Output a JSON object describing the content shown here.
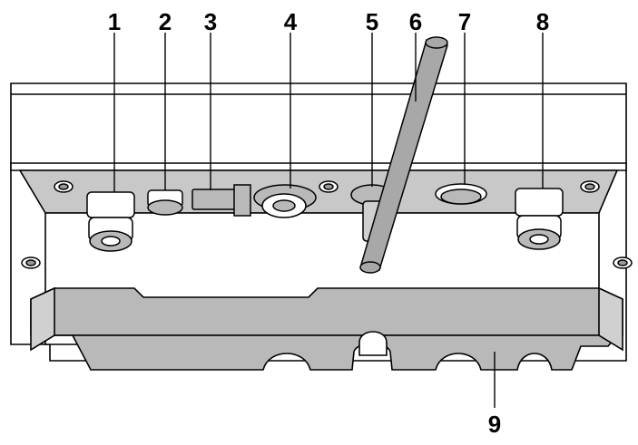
{
  "callouts": {
    "c1": "1",
    "c2": "2",
    "c3": "3",
    "c4": "4",
    "c5": "5",
    "c6": "6",
    "c7": "7",
    "c8": "8",
    "c9": "9"
  },
  "colors": {
    "line": "#000000",
    "housing_fill": "#ffffff",
    "panel_shadow": "#c8c8c8",
    "parts_gray": "#b9b9b9",
    "antenna_gray": "#a8a8a8"
  }
}
